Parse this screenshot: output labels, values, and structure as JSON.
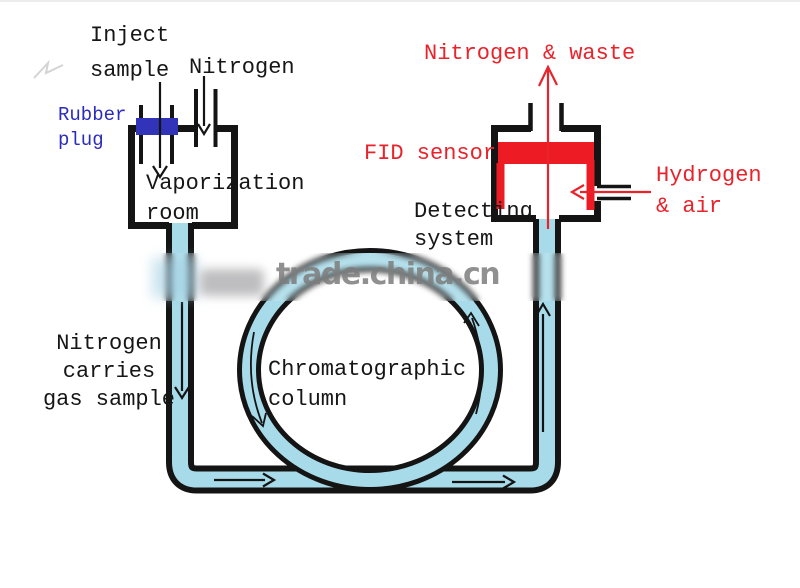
{
  "diagram": {
    "labels": {
      "inject_sample": "Inject\nsample",
      "nitrogen_inlet": "Nitrogen",
      "rubber_plug": "Rubber\nplug",
      "vaporization_room": "Vaporization\nroom",
      "nitrogen_carries": "Nitrogen\ncarries\ngas sample",
      "chromatographic_column": "Chromatographic\ncolumn",
      "fid_sensor": "FID sensor",
      "detecting_system": "Detecting\nsystem",
      "nitrogen_waste": "Nitrogen & waste",
      "hydrogen_air": "Hydrogen\n& air"
    },
    "watermark": "trade.china.cn",
    "colors": {
      "tube_fill": "#a8dbe9",
      "outline": "#141414",
      "rubber_plug": "#3134b8",
      "label_blue": "#2b2bbd",
      "label_red": "#e8232b",
      "sensor_red": "#ed1c24",
      "watermark_gray": "#7d7d7d"
    }
  }
}
